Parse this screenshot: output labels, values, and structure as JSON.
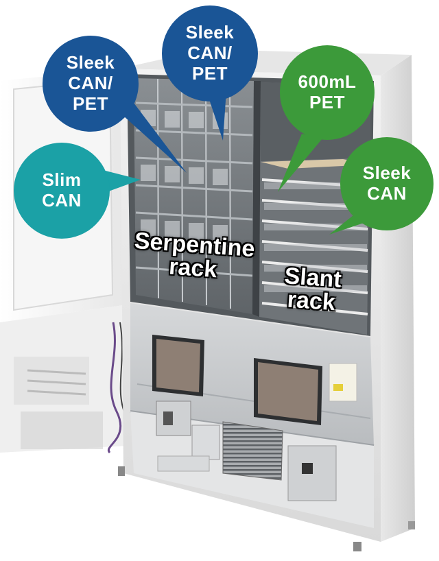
{
  "bubbles": {
    "sleek_can_pet_left": {
      "line1": "Sleek",
      "line2": "CAN/",
      "line3": "PET",
      "color": "#1a5596"
    },
    "sleek_can_pet_top": {
      "line1": "Sleek",
      "line2": "CAN/",
      "line3": "PET",
      "color": "#1a5596"
    },
    "slim_can": {
      "line1": "Slim",
      "line2": "CAN",
      "color": "#1ba1a6"
    },
    "pet_600ml": {
      "line1": "600mL",
      "line2": "PET",
      "color": "#3c9a3a"
    },
    "sleek_can_right": {
      "line1": "Sleek",
      "line2": "CAN",
      "color": "#3c9a3a"
    }
  },
  "racks": {
    "serpentine": {
      "line1": "Serpentine",
      "line2": "rack"
    },
    "slant": {
      "line1": "Slant",
      "line2": "rack"
    }
  }
}
